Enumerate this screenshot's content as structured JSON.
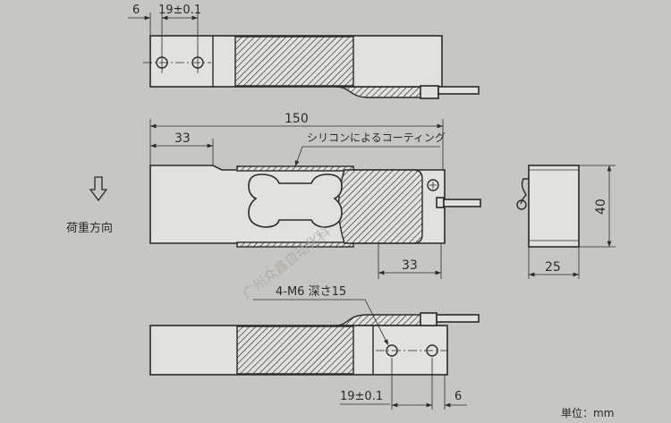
{
  "drawing": {
    "top_view": {
      "dim_edge": "6",
      "dim_holes": "19±0.1"
    },
    "front_view": {
      "dim_length": "150",
      "dim_left": "33",
      "dim_right": "33",
      "coating_label": "シリコンによるコーティング"
    },
    "load_direction_label": "荷重方向",
    "side_view": {
      "dim_height": "40",
      "dim_width": "25"
    },
    "bottom_view": {
      "thread_label": "4-M6 深さ15",
      "dim_holes": "19±0.1",
      "dim_edge": "6"
    },
    "unit_label": "単位：mm",
    "watermark": "广州众鑫自动化科"
  },
  "colors": {
    "background": "#c8c6c1",
    "part": "#e3e1dc",
    "line": "#2a2a2a"
  }
}
